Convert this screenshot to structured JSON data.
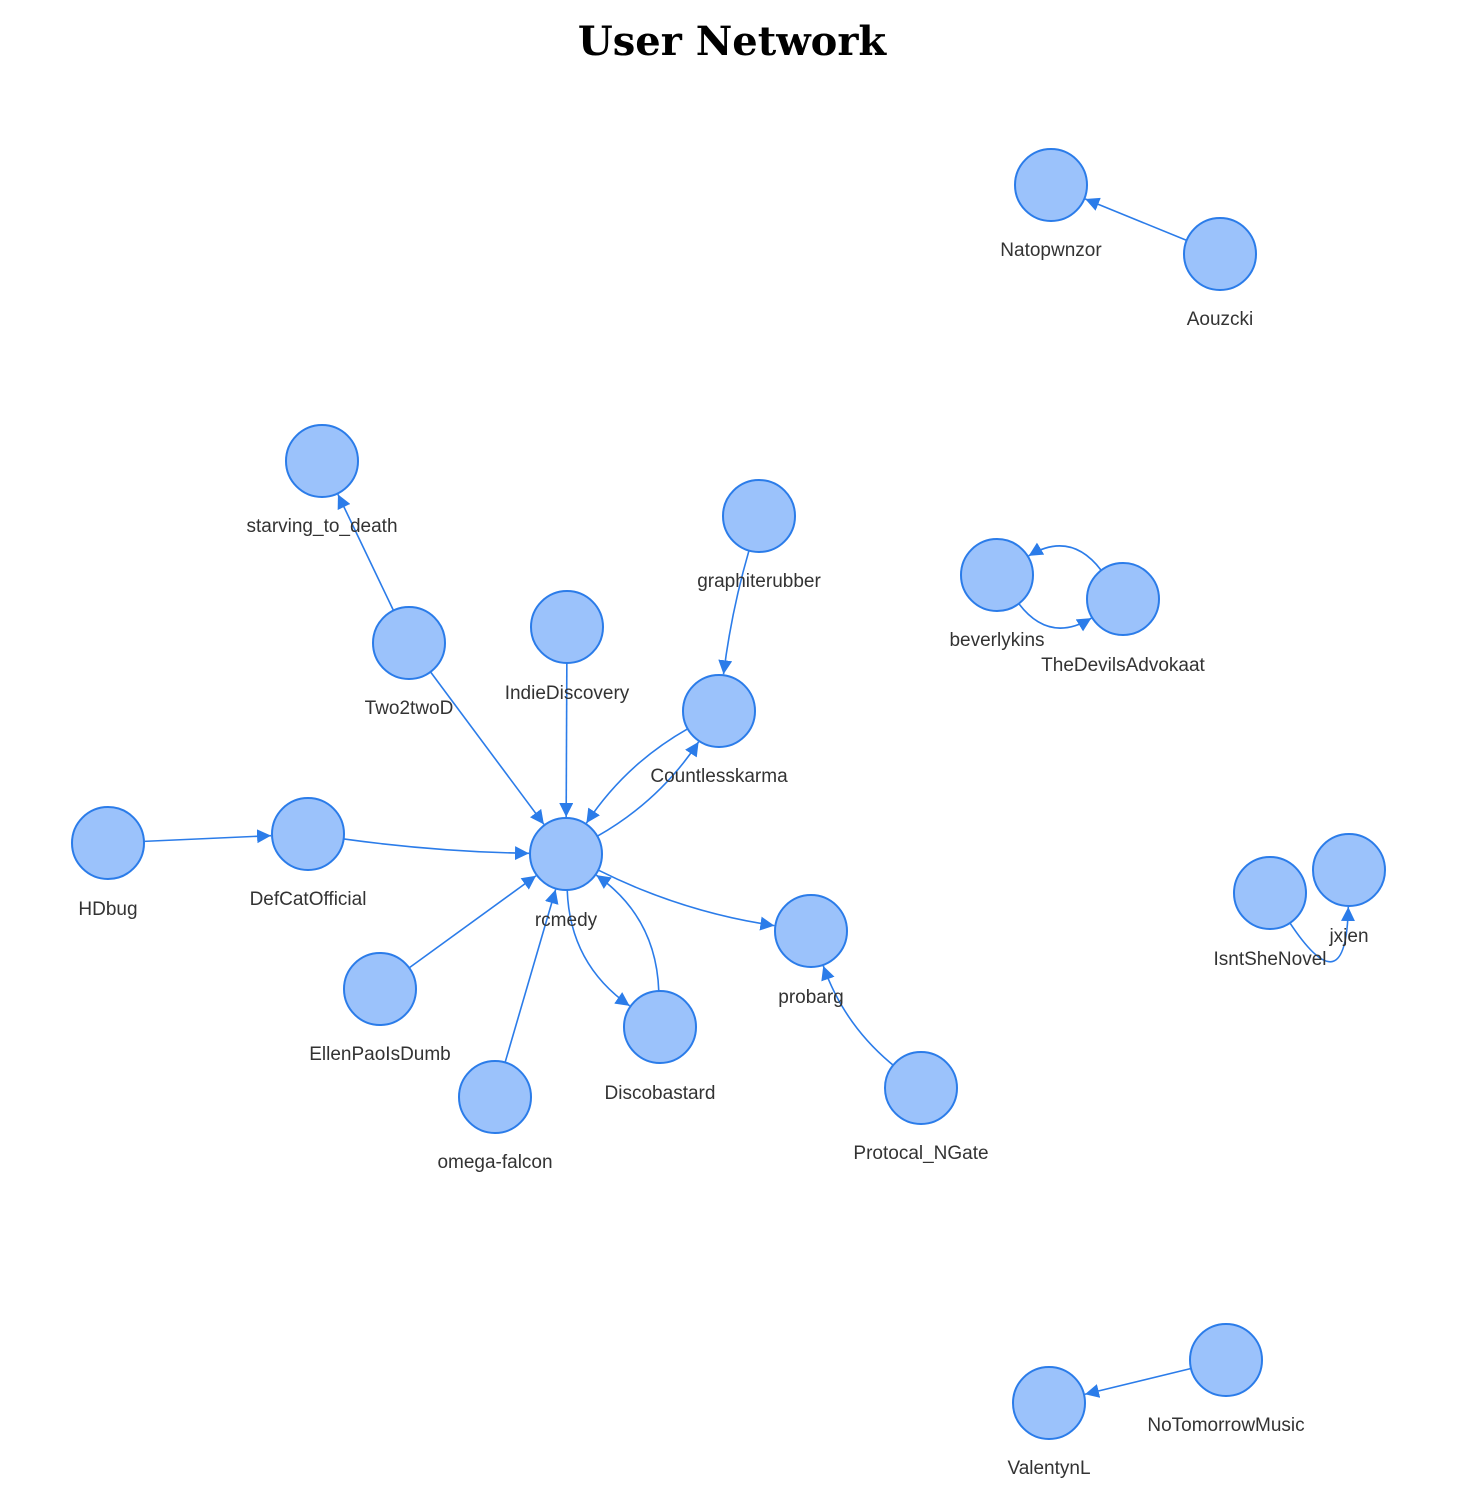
{
  "title": "User Network",
  "colors": {
    "node_fill": "#9bc2fb",
    "node_stroke": "#2b7ce9",
    "edge": "#2b7ce9",
    "label": "#333333"
  },
  "nodes": [
    {
      "id": "Natopwnzor",
      "label": "Natopwnzor"
    },
    {
      "id": "Aouzcki",
      "label": "Aouzcki"
    },
    {
      "id": "starving_to_death",
      "label": "starving_to_death"
    },
    {
      "id": "graphiterubber",
      "label": "graphiterubber"
    },
    {
      "id": "IndieDiscovery",
      "label": "IndieDiscovery"
    },
    {
      "id": "Two2twoD",
      "label": "Two2twoD"
    },
    {
      "id": "Countlesskarma",
      "label": "Countlesskarma"
    },
    {
      "id": "beverlykins",
      "label": "beverlykins"
    },
    {
      "id": "TheDevilsAdvokaat",
      "label": "TheDevilsAdvokaat"
    },
    {
      "id": "HDbug",
      "label": "HDbug"
    },
    {
      "id": "DefCatOfficial",
      "label": "DefCatOfficial"
    },
    {
      "id": "rcmedy",
      "label": "rcmedy"
    },
    {
      "id": "probarg",
      "label": "probarg"
    },
    {
      "id": "IsntSheNovel",
      "label": "IsntSheNovel"
    },
    {
      "id": "jxjen",
      "label": "jxjen"
    },
    {
      "id": "EllenPaoIsDumb",
      "label": "EllenPaoIsDumb"
    },
    {
      "id": "Discobastard",
      "label": "Discobastard"
    },
    {
      "id": "omega-falcon",
      "label": "omega-falcon"
    },
    {
      "id": "Protocal_NGate",
      "label": "Protocal_NGate"
    },
    {
      "id": "NoTomorrowMusic",
      "label": "NoTomorrowMusic"
    },
    {
      "id": "ValentynL",
      "label": "ValentynL"
    }
  ],
  "edges": [
    {
      "from": "Aouzcki",
      "to": "Natopwnzor"
    },
    {
      "from": "Two2twoD",
      "to": "starving_to_death"
    },
    {
      "from": "graphiterubber",
      "to": "Countlesskarma"
    },
    {
      "from": "Two2twoD",
      "to": "rcmedy"
    },
    {
      "from": "IndieDiscovery",
      "to": "rcmedy"
    },
    {
      "from": "Countlesskarma",
      "to": "rcmedy"
    },
    {
      "from": "rcmedy",
      "to": "Countlesskarma"
    },
    {
      "from": "HDbug",
      "to": "DefCatOfficial"
    },
    {
      "from": "DefCatOfficial",
      "to": "rcmedy"
    },
    {
      "from": "EllenPaoIsDumb",
      "to": "rcmedy"
    },
    {
      "from": "omega-falcon",
      "to": "rcmedy"
    },
    {
      "from": "Discobastard",
      "to": "rcmedy"
    },
    {
      "from": "rcmedy",
      "to": "Discobastard"
    },
    {
      "from": "rcmedy",
      "to": "probarg"
    },
    {
      "from": "Protocal_NGate",
      "to": "probarg"
    },
    {
      "from": "beverlykins",
      "to": "TheDevilsAdvokaat"
    },
    {
      "from": "TheDevilsAdvokaat",
      "to": "beverlykins"
    },
    {
      "from": "IsntSheNovel",
      "to": "jxjen"
    },
    {
      "from": "NoTomorrowMusic",
      "to": "ValentynL"
    }
  ]
}
